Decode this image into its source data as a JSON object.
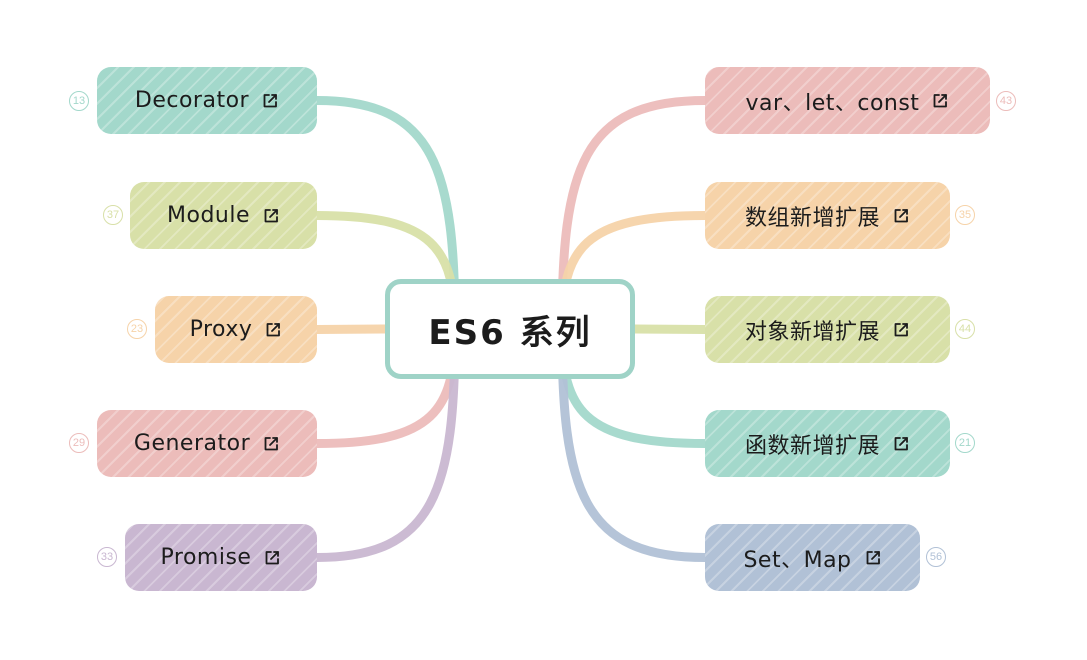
{
  "root": {
    "label": "ES6 系列",
    "color": "#9fd3c7"
  },
  "left_topics": [
    {
      "label": "Decorator",
      "count": "13",
      "color": "#a3d8cb",
      "icon": "external-link-icon"
    },
    {
      "label": "Module",
      "count": "37",
      "color": "#d8e0a8",
      "icon": "external-link-icon"
    },
    {
      "label": "Proxy",
      "count": "23",
      "color": "#f6d3a9",
      "icon": "external-link-icon"
    },
    {
      "label": "Generator",
      "count": "29",
      "color": "#ecbcba",
      "icon": "external-link-icon"
    },
    {
      "label": "Promise",
      "count": "33",
      "color": "#c9b7d1",
      "icon": "external-link-icon"
    }
  ],
  "right_topics": [
    {
      "label": "var、let、const",
      "count": "43",
      "color": "#ecbcba",
      "icon": "external-link-icon"
    },
    {
      "label": "数组新增扩展",
      "count": "35",
      "color": "#f6d3a9",
      "icon": "external-link-icon"
    },
    {
      "label": "对象新增扩展",
      "count": "44",
      "color": "#d8e0a8",
      "icon": "external-link-icon"
    },
    {
      "label": "函数新增扩展",
      "count": "21",
      "color": "#a3d8cb",
      "icon": "external-link-icon"
    },
    {
      "label": "Set、Map",
      "count": "56",
      "color": "#b1c1d6",
      "icon": "external-link-icon"
    }
  ]
}
